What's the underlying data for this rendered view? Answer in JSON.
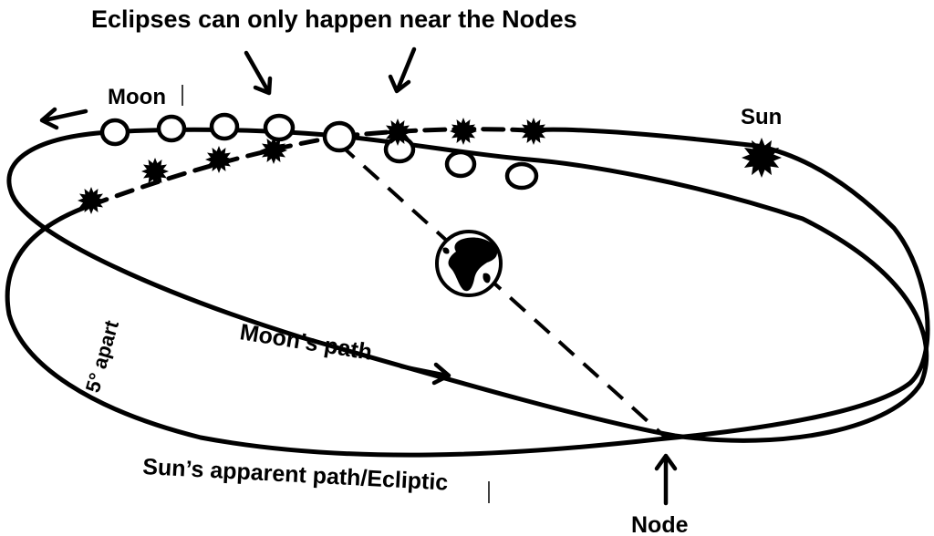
{
  "title": "Eclipses can only happen near the Nodes",
  "labels": {
    "moon": "Moon",
    "sun": "Sun",
    "moons_path": "Moon’s path",
    "suns_path": "Sun’s apparent path/Ecliptic",
    "node": "Node",
    "apart": "5° apart"
  },
  "colors": {
    "ink": "#000000",
    "paper": "#ffffff"
  },
  "icons": {
    "earth": "earth-globe-icon",
    "moon": "moon-phase-icon",
    "sun": "sun-star-icon"
  }
}
